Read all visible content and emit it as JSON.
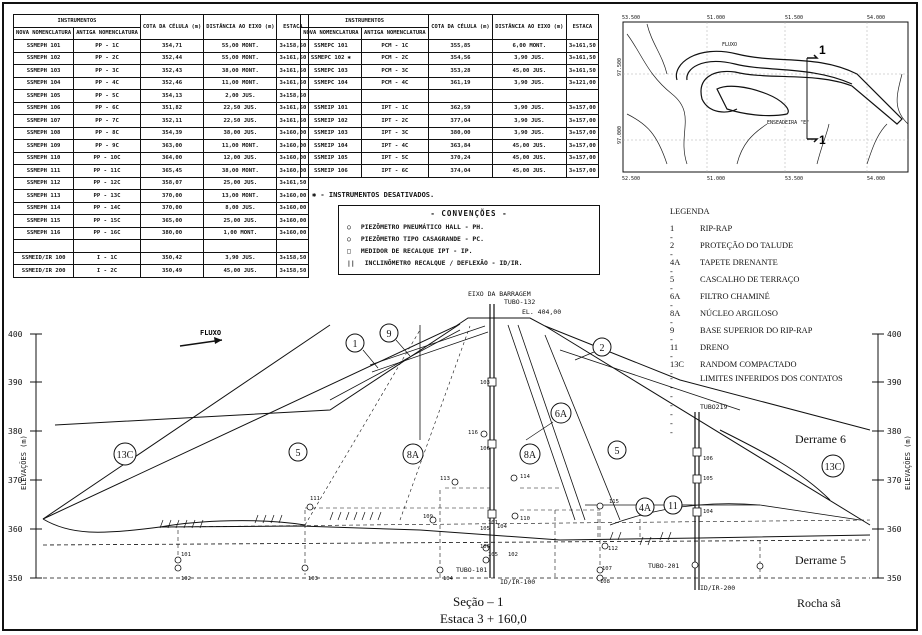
{
  "table1": {
    "header_group": "INSTRUMENTOS",
    "headers": [
      "NOVA NOMENCLATURA",
      "ANTIGA NOMENCLATURA",
      "COTA DA CÉLULA (m)",
      "DISTÂNCIA AO EIXO (m)",
      "ESTACA"
    ],
    "rows": [
      [
        "SSMEPH 101",
        "PP - 1C",
        "354,71",
        "55,00 MONT.",
        "3+158,50"
      ],
      [
        "SSMEPH 102",
        "PP - 2C",
        "352,44",
        "55,00 MONT.",
        "3+161,50"
      ],
      [
        "SSMEPH 103",
        "PP - 3C",
        "352,43",
        "38,00 MONT.",
        "3+161,50"
      ],
      [
        "SSMEPH 104",
        "PP - 4C",
        "352,46",
        "11,00 MONT.",
        "3+161,50"
      ],
      [
        "SSMEPH 105",
        "PP - 5C",
        "354,13",
        "2,00 JUS.",
        "3+158,50"
      ],
      [
        "SSMEPH 106",
        "PP - 6C",
        "351,82",
        "22,50 JUS.",
        "3+161,50"
      ],
      [
        "SSMEPH 107",
        "PP - 7C",
        "352,11",
        "22,50 JUS.",
        "3+161,50"
      ],
      [
        "SSMEPH 108",
        "PP - 8C",
        "354,39",
        "38,00 JUS.",
        "3+160,00"
      ],
      [
        "SSMEPH 109",
        "PP - 9C",
        "363,00",
        "11,00 MONT.",
        "3+160,00"
      ],
      [
        "SSMEPH 110",
        "PP - 10C",
        "364,00",
        "12,00 JUS.",
        "3+160,00"
      ],
      [
        "SSMEPH 111",
        "PP - 11C",
        "365,45",
        "38,00 MONT.",
        "3+160,00"
      ],
      [
        "SSMEPH 112",
        "PP - 12C",
        "358,07",
        "25,00 JUS.",
        "3+161,50"
      ],
      [
        "SSMEPH 113",
        "PP - 13C",
        "370,00",
        "13,00 MONT.",
        "3+160,00"
      ],
      [
        "SSMEPH 114",
        "PP - 14C",
        "370,00",
        "8,00 JUS.",
        "3+160,00"
      ],
      [
        "SSMEPH 115",
        "PP - 15C",
        "365,00",
        "25,00 JUS.",
        "3+160,00"
      ],
      [
        "SSMEPH 116",
        "PP - 16C",
        "380,00",
        "1,00 MONT.",
        "3+160,00"
      ]
    ],
    "rows2": [
      [
        "SSMEID/IR 100",
        "I - 1C",
        "350,42",
        "3,90 JUS.",
        "3+158,50"
      ],
      [
        "SSMEID/IR 200",
        "I - 2C",
        "350,49",
        "45,00 JUS.",
        "3+158,50"
      ]
    ]
  },
  "table2": {
    "header_group": "INSTRUMENTOS",
    "headers": [
      "NOVA NOMENCLATURA",
      "ANTIGA NOMENCLATURA",
      "COTA DA CÉLULA (m)",
      "DISTÂNCIA AO EIXO (m)",
      "ESTACA"
    ],
    "rows": [
      [
        "SSMEPC 101",
        "PCM - 1C",
        "355,85",
        "6,00 MONT.",
        "3+161,50"
      ],
      [
        "SSMEPC 102",
        "PCM - 2C",
        "354,56",
        "3,90 JUS.",
        "3+161,50"
      ],
      [
        "SSMEPC 103",
        "PCM - 3C",
        "353,28",
        "45,00 JUS.",
        "3+161,50"
      ],
      [
        "SSMEPC 104",
        "PCM - 4C",
        "361,19",
        "3,90 JUS.",
        "3+121,00"
      ]
    ],
    "rows2": [
      [
        "SSMEIP 101",
        "IPT - 1C",
        "362,59",
        "3,90 JUS.",
        "3+157,00"
      ],
      [
        "SSMEIP 102",
        "IPT - 2C",
        "377,04",
        "3,90 JUS.",
        "3+157,00"
      ],
      [
        "SSMEIP 103",
        "IPT - 3C",
        "380,00",
        "3,90 JUS.",
        "3+157,00"
      ],
      [
        "SSMEIP 104",
        "IPT - 4C",
        "363,84",
        "45,00 JUS.",
        "3+157,00"
      ],
      [
        "SSMEIP 105",
        "IPT - 5C",
        "370,24",
        "45,00 JUS.",
        "3+157,00"
      ],
      [
        "SSMEIP 106",
        "IPT - 6C",
        "374,04",
        "45,00 JUS.",
        "3+157,00"
      ]
    ],
    "deactivated_mark": "✱",
    "note": "✱ - INSTRUMENTOS DESATIVADOS."
  },
  "conventions": {
    "title": "- CONVENÇÕES -",
    "items": [
      {
        "symbol": "○",
        "text": "PIEZÔMETRO PNEUMÁTICO HALL - PH."
      },
      {
        "symbol": "○",
        "text": "PIEZÔMETRO TIPO CASAGRANDE - PC."
      },
      {
        "symbol": "□",
        "text": "MEDIDOR DE RECALQUE IPT - IP."
      },
      {
        "symbol": "||",
        "text": "INCLINÔMETRO RECALQUE / DEFLEXÃO - ID/IR."
      }
    ]
  },
  "legend": {
    "title": "LEGENDA",
    "items": [
      {
        "key": "1 -",
        "label": "RIP-RAP"
      },
      {
        "key": "2 -",
        "label": "PROTEÇÃO DO TALUDE"
      },
      {
        "key": "4A -",
        "label": "TAPETE DRENANTE"
      },
      {
        "key": "5 -",
        "label": "CASCALHO DE TERRAÇO"
      },
      {
        "key": "6A -",
        "label": "FILTRO CHAMINÉ"
      },
      {
        "key": "8A -",
        "label": "NÚCLEO ARGILOSO"
      },
      {
        "key": "9 -",
        "label": "BASE SUPERIOR DO RIP-RAP"
      },
      {
        "key": "11 -",
        "label": "DRENO"
      },
      {
        "key": "13C -",
        "label": "RANDOM COMPACTADO"
      },
      {
        "key": "-------",
        "label": "LIMITES INFERIDOS DOS CONTATOS"
      }
    ]
  },
  "map": {
    "x_ticks": [
      "53.500",
      "51.000",
      "51.500",
      "54.000"
    ],
    "x_ticks_bottom": [
      "52.500",
      "51.000",
      "53.500",
      "54.000"
    ],
    "y_ticks": [
      "97.500",
      "97.000"
    ],
    "labels": {
      "flow": "FLUXO",
      "enseadeira": "ENSEADEIRA \"E\"",
      "section": "1"
    }
  },
  "section": {
    "y_axis_label": "ELEVAÇÕES (m)",
    "y_ticks": [
      "400",
      "390",
      "380",
      "370",
      "360",
      "350"
    ],
    "flow_label": "FLUXO",
    "axis_label": "EIXO DA BARRAGEM",
    "crest_label": "EL. 404,00",
    "tubo_labels": [
      "TUBO-132",
      "TUBO219",
      "TUBO-101",
      "TUBO-201"
    ],
    "id_labels": [
      "ID/IR-100",
      "ID/IR-200"
    ],
    "zones": [
      "13C",
      "5",
      "8A",
      "8A",
      "5",
      "13C",
      "4A",
      "11",
      "6A",
      "1",
      "9",
      "2"
    ],
    "instrument_labels": [
      "101",
      "102",
      "103",
      "104",
      "105",
      "106",
      "107",
      "108",
      "109",
      "110",
      "111",
      "112",
      "113",
      "114",
      "115",
      "116",
      "101",
      "102",
      "103",
      "104",
      "105",
      "106",
      "104",
      "105",
      "106"
    ],
    "layers": {
      "derrame6": "Derrame 6",
      "derrame5": "Derrame 5",
      "rocha": "Rocha sã"
    },
    "title": "Seção – 1",
    "subtitle": "Estaca 3 + 160,0"
  }
}
